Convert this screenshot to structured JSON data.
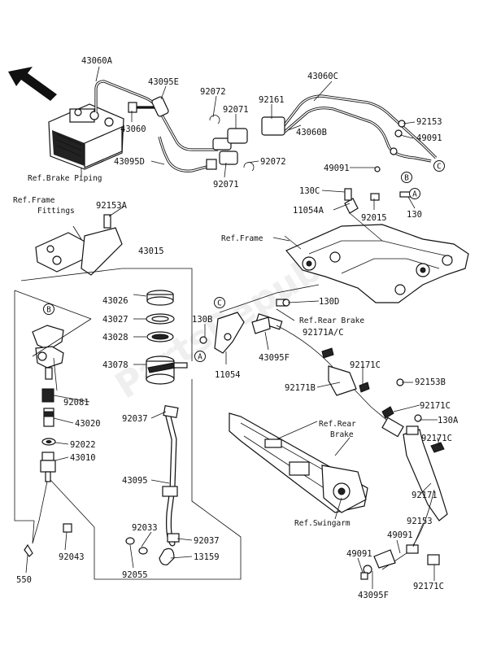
{
  "part_labels": {
    "p43060A": "43060A",
    "p43095E": "43095E",
    "p43060C": "43060C",
    "p92072a": "92072",
    "p92071a": "92071",
    "p92161": "92161",
    "p43060": "43060",
    "p92153a": "92153",
    "p43060B": "43060B",
    "p49091a": "49091",
    "p43095D": "43095D",
    "p92071b": "92071",
    "p92072b": "92072",
    "p49091b": "49091",
    "p130C": "130C",
    "p11054A": "11054A",
    "p92015": "92015",
    "p130a": "130",
    "p92153A": "92153A",
    "p43015": "43015",
    "p43026": "43026",
    "p43027": "43027",
    "p43028": "43028",
    "p43078": "43078",
    "p130D": "130D",
    "p130B": "130B",
    "p92171AC": "92171A/C",
    "p43095F": "43095F",
    "p11054": "11054",
    "p92171C1": "92171C",
    "p92171B": "92171B",
    "p92153B": "92153B",
    "p92081": "92081",
    "p43020": "43020",
    "p92037a": "92037",
    "p92171C2": "92171C",
    "p130A": "130A",
    "p92022": "92022",
    "p43010": "43010",
    "p92171C3": "92171C",
    "p43095": "43095",
    "p92171": "92171",
    "p92033": "92033",
    "p92037b": "92037",
    "p13159": "13159",
    "p92043": "92043",
    "p92055": "92055",
    "p550": "550",
    "p92153b": "92153",
    "p49091c": "49091",
    "p49091d": "49091",
    "p43095F2": "43095F",
    "p92171C4": "92171C"
  },
  "ref_labels": {
    "brake_piping": "Ref.Brake Piping",
    "frame_fittings_1": "Ref.Frame",
    "frame_fittings_2": "Fittings",
    "frame": "Ref.Frame",
    "rear_brake": "Ref.Rear Brake",
    "rear_brake_2a": "Ref.Rear",
    "rear_brake_2b": "Brake",
    "swingarm": "Ref.Swingarm"
  },
  "markers": {
    "A1": "A",
    "A2": "A",
    "B1": "B",
    "B2": "B",
    "C1": "C",
    "C2": "C"
  },
  "watermark": "PartsRepublic"
}
